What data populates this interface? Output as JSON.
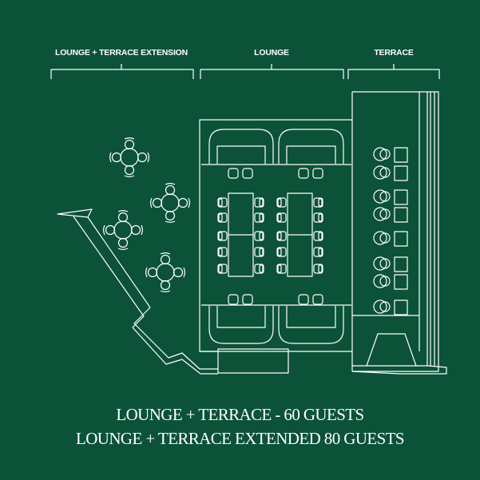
{
  "zones": {
    "lounge_terrace_extension": "LOUNGE + TERRACE EXTENSION",
    "lounge": "LOUNGE",
    "terrace": "TERRACE"
  },
  "captions": {
    "line1": "LOUNGE + TERRACE - 60 GUESTS",
    "line2": "LOUNGE + TERRACE EXTENDED  80 GUESTS"
  },
  "colors": {
    "background": "#0b5238",
    "line": "#ffffff"
  }
}
